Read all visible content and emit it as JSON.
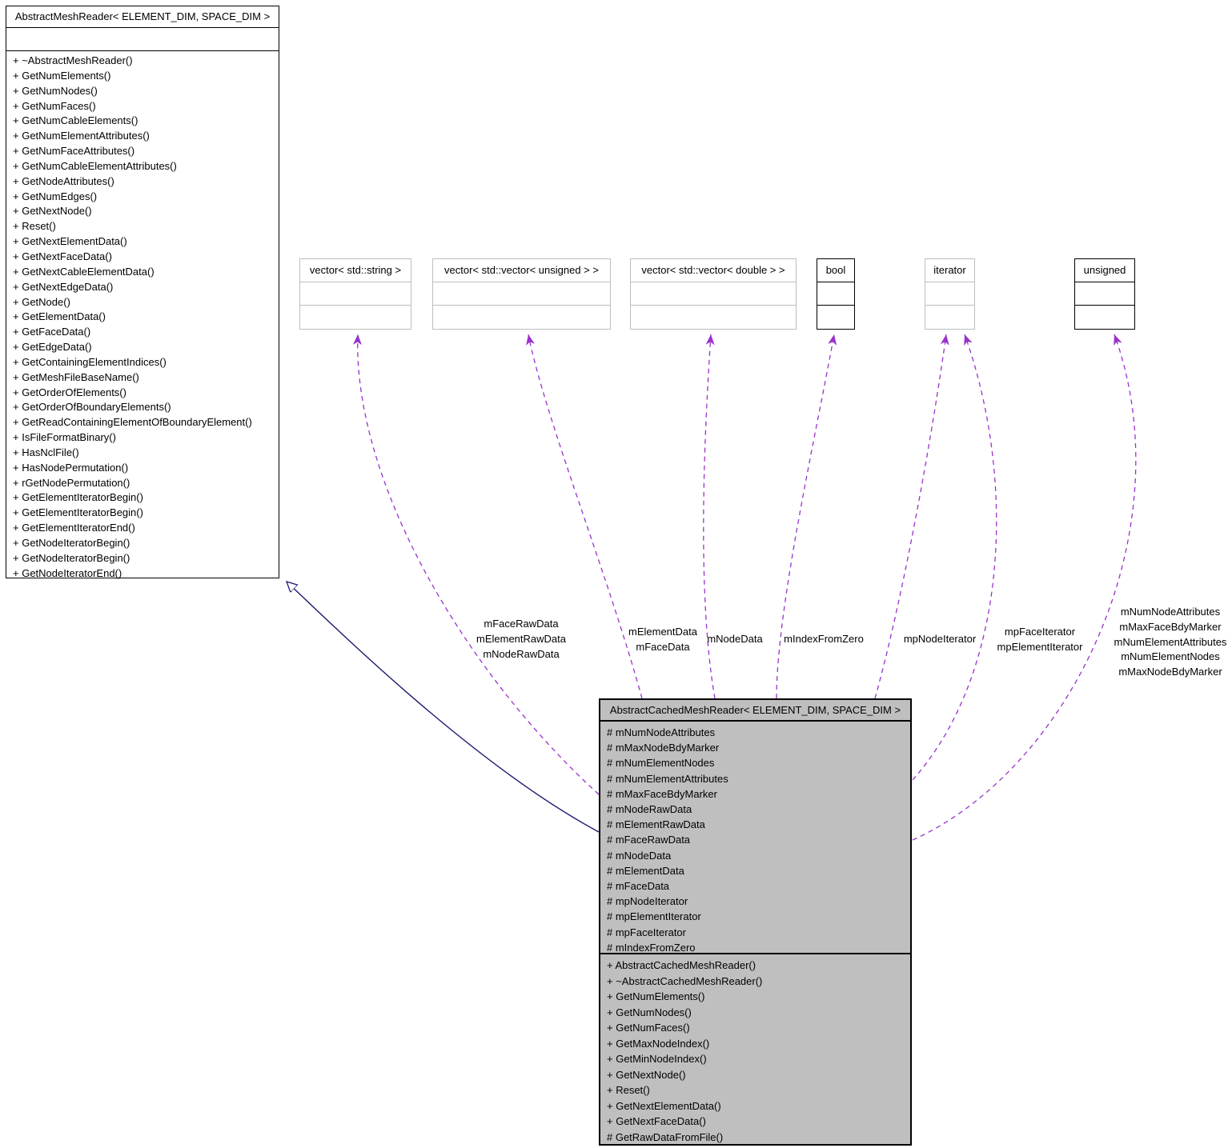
{
  "diagram": {
    "kind": "uml-collaboration-diagram",
    "colors": {
      "background": "#ffffff",
      "usage_edge": "#9932cc",
      "inheritance_edge": "#191970",
      "focused_node_fill": "#bfbfbf",
      "node_fill": "#ffffff",
      "node_border_dark": "#000000",
      "node_border_light": "#bebebe"
    }
  },
  "classes": {
    "abstract_mesh_reader": {
      "title": "AbstractMeshReader< ELEMENT_DIM, SPACE_DIM >",
      "attributes": [],
      "methods": [
        "+ ~AbstractMeshReader()",
        "+ GetNumElements()",
        "+ GetNumNodes()",
        "+ GetNumFaces()",
        "+ GetNumCableElements()",
        "+ GetNumElementAttributes()",
        "+ GetNumFaceAttributes()",
        "+ GetNumCableElementAttributes()",
        "+ GetNodeAttributes()",
        "+ GetNumEdges()",
        "+ GetNextNode()",
        "+ Reset()",
        "+ GetNextElementData()",
        "+ GetNextFaceData()",
        "+ GetNextCableElementData()",
        "+ GetNextEdgeData()",
        "+ GetNode()",
        "+ GetElementData()",
        "+ GetFaceData()",
        "+ GetEdgeData()",
        "+ GetContainingElementIndices()",
        "+ GetMeshFileBaseName()",
        "+ GetOrderOfElements()",
        "+ GetOrderOfBoundaryElements()",
        "+ GetReadContainingElementOfBoundaryElement()",
        "+ IsFileFormatBinary()",
        "+ HasNclFile()",
        "+ HasNodePermutation()",
        "+ rGetNodePermutation()",
        "+ GetElementIteratorBegin()",
        "+ GetElementIteratorBegin()",
        "+ GetElementIteratorEnd()",
        "+ GetNodeIteratorBegin()",
        "+ GetNodeIteratorBegin()",
        "+ GetNodeIteratorEnd()"
      ]
    },
    "abstract_cached_mesh_reader": {
      "title": "AbstractCachedMeshReader< ELEMENT_DIM, SPACE_DIM >",
      "attributes": [
        "# mNumNodeAttributes",
        "# mMaxNodeBdyMarker",
        "# mNumElementNodes",
        "# mNumElementAttributes",
        "# mMaxFaceBdyMarker",
        "# mNodeRawData",
        "# mElementRawData",
        "# mFaceRawData",
        "# mNodeData",
        "# mElementData",
        "# mFaceData",
        "# mpNodeIterator",
        "# mpElementIterator",
        "# mpFaceIterator",
        "# mIndexFromZero"
      ],
      "methods": [
        "+ AbstractCachedMeshReader()",
        "+ ~AbstractCachedMeshReader()",
        "+ GetNumElements()",
        "+ GetNumNodes()",
        "+ GetNumFaces()",
        "+ GetMaxNodeIndex()",
        "+ GetMinNodeIndex()",
        "+ GetNextNode()",
        "+ Reset()",
        "+ GetNextElementData()",
        "+ GetNextFaceData()",
        "# GetRawDataFromFile()"
      ]
    }
  },
  "types": [
    "vector< std::string >",
    "vector< std::vector< unsigned > >",
    "vector< std::vector< double > >",
    "bool",
    "iterator",
    "unsigned"
  ],
  "edges": [
    {
      "target": "vector< std::string >",
      "style": "dashed-usage",
      "label_lines": [
        "mFaceRawData",
        "mElementRawData",
        "mNodeRawData"
      ]
    },
    {
      "target": "vector< std::vector< unsigned > >",
      "style": "dashed-usage",
      "label_lines": [
        "mElementData",
        "mFaceData"
      ]
    },
    {
      "target": "vector< std::vector< double > >",
      "style": "dashed-usage",
      "label_lines": [
        "mNodeData"
      ]
    },
    {
      "target": "bool",
      "style": "dashed-usage",
      "label_lines": [
        "mIndexFromZero"
      ]
    },
    {
      "target": "iterator",
      "style": "dashed-usage",
      "label_lines": [
        "mpNodeIterator"
      ]
    },
    {
      "target": "iterator",
      "style": "dashed-usage",
      "label_lines": [
        "mpFaceIterator",
        "mpElementIterator"
      ]
    },
    {
      "target": "unsigned",
      "style": "dashed-usage",
      "label_lines": [
        "mNumNodeAttributes",
        "mMaxFaceBdyMarker",
        "mNumElementAttributes",
        "mNumElementNodes",
        "mMaxNodeBdyMarker"
      ]
    },
    {
      "target": "AbstractMeshReader< ELEMENT_DIM, SPACE_DIM >",
      "style": "solid-inheritance",
      "label_lines": []
    }
  ]
}
